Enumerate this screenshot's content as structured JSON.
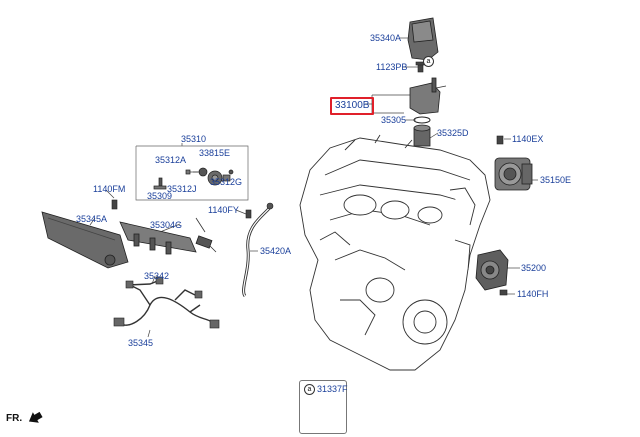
{
  "labels": {
    "p35340A": "35340A",
    "p1123PB": "1123PB",
    "p33100B": "33100B",
    "p35305": "35305",
    "p35325D": "35325D",
    "p1140EX": "1140EX",
    "p35150E": "35150E",
    "p35310": "35310",
    "p33815E": "33815E",
    "p35312A": "35312A",
    "p35312J": "35312J",
    "p35312G": "35312G",
    "p35309": "35309",
    "p1140FM": "1140FM",
    "p35345A": "35345A",
    "p35304G": "35304G",
    "p1140FY": "1140FY",
    "p35420A": "35420A",
    "p35342": "35342",
    "p35345": "35345",
    "p35200": "35200",
    "p1140FH": "1140FH",
    "p31337F": "31337F"
  },
  "callouts": {
    "a1": "a",
    "a2": "a"
  },
  "direction": "FR.",
  "colors": {
    "label": "#1a3f9a",
    "highlight": "#e0202a",
    "line": "#333333"
  }
}
